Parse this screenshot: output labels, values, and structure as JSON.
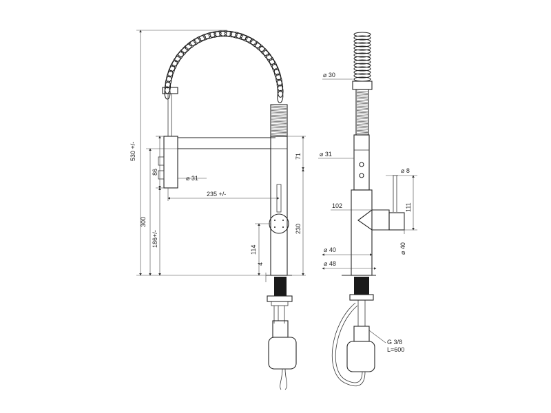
{
  "drawing": {
    "front_view": {
      "overall_height": "530 +/-",
      "base_height": "300",
      "handle_height": "186+/-",
      "lever_spacing": "86",
      "spout_diameter": "⌀ 31",
      "reach": "235 +/-",
      "top_offset": "71",
      "body_height": "230",
      "handle_to_base": "114",
      "base_thickness": "4"
    },
    "side_view": {
      "spring_diameter": "⌀ 30",
      "head_diameter": "⌀ 31",
      "pin_diameter": "⌀ 8",
      "lever_length": "111",
      "projection": "102",
      "handle_diameter": "⌀ 40",
      "body_diameter": "⌀ 40",
      "base_diameter": "⌀ 48",
      "connection_thread": "G 3/8",
      "hose_length": "L=600"
    }
  }
}
